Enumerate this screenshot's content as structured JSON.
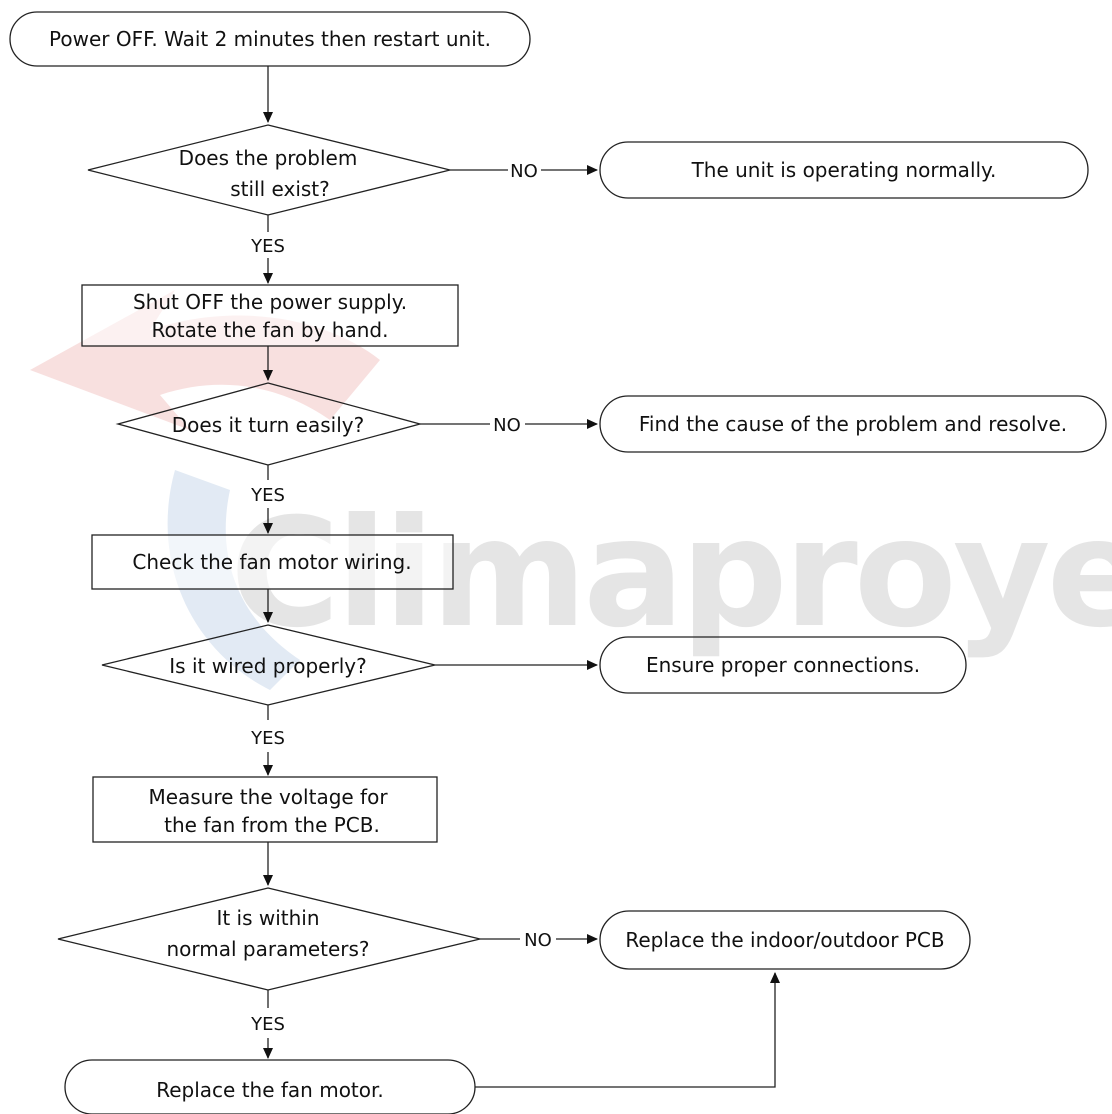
{
  "watermark": {
    "text": "Climaproyectos",
    "colors": {
      "red": "#d9534f",
      "blue": "#3a6fb5",
      "gray": "#8a8a8a"
    }
  },
  "flowchart": {
    "start": "Power OFF. Wait 2 minutes then restart unit.",
    "q1": [
      "Does the problem",
      "still exist?"
    ],
    "normal": "The unit is operating normally.",
    "step_rotate": [
      "Shut OFF the power supply.",
      "Rotate the fan by hand."
    ],
    "q2": "Does it turn easily?",
    "find_cause": "Find the cause of the problem and resolve.",
    "step_wiring": "Check the fan motor wiring.",
    "q3": "Is it wired properly?",
    "ensure_connections": "Ensure proper connections.",
    "step_measure": [
      "Measure the voltage for",
      "the fan from the PCB."
    ],
    "q4": [
      "It is within",
      "normal parameters?"
    ],
    "replace_pcb": "Replace the indoor/outdoor PCB",
    "replace_motor": "Replace the fan motor.",
    "labels": {
      "yes": "YES",
      "no": "NO"
    }
  }
}
